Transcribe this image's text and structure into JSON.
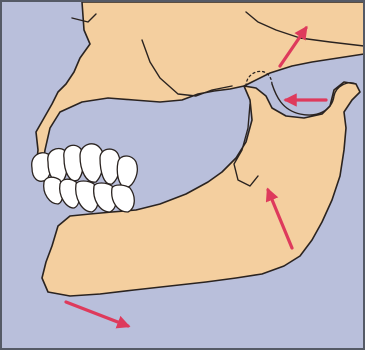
{
  "colors": {
    "background": "#b9bfdb",
    "bone": "#f4cf9f",
    "outline": "#2a2320",
    "tooth": "#ffffff",
    "arrow": "#de3a5c",
    "border": "#555a66"
  },
  "elements": {
    "skull": "cranium",
    "mandible": "lower-jaw",
    "teeth": "lower-and-upper-teeth",
    "joint": "temporomandibular-joint"
  },
  "arrows": [
    {
      "name": "arrow-up-right",
      "direction": "up-right"
    },
    {
      "name": "arrow-left-into-joint",
      "direction": "left"
    },
    {
      "name": "arrow-up-on-ramus",
      "direction": "up"
    },
    {
      "name": "arrow-down-right-chin",
      "direction": "down-right"
    }
  ]
}
